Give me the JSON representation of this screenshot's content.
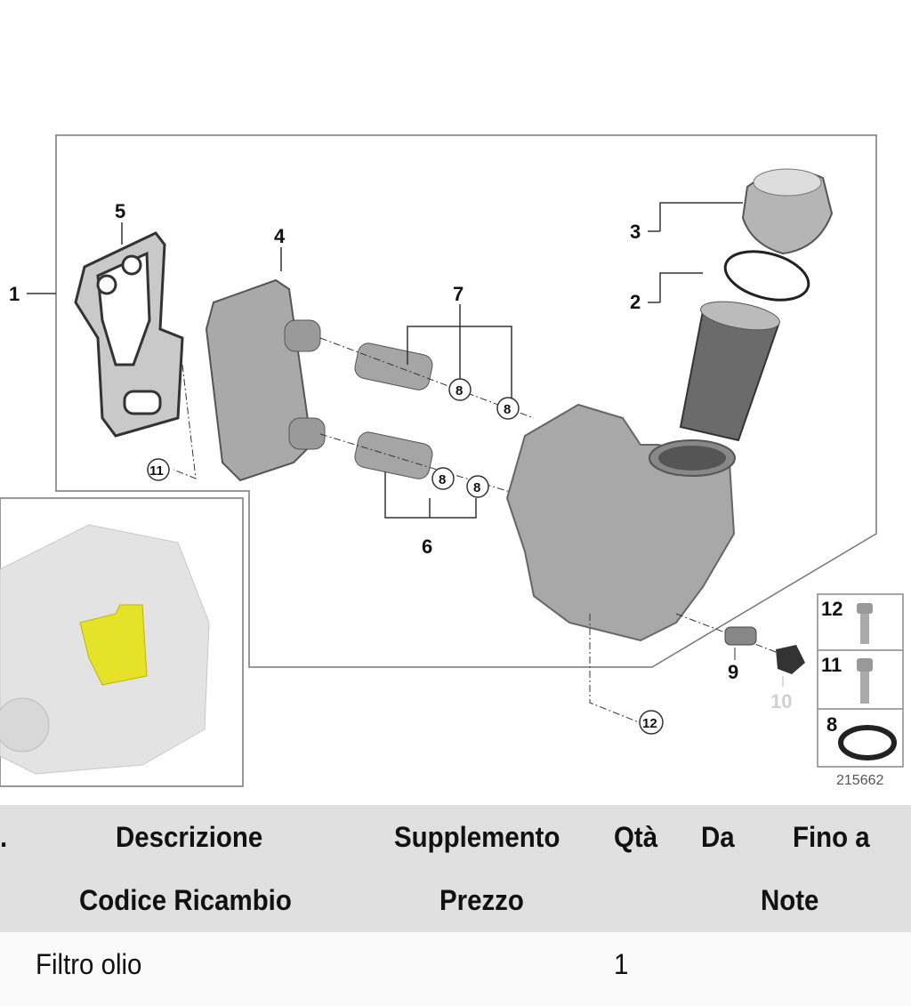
{
  "diagram": {
    "callouts": {
      "c1": "1",
      "c2": "2",
      "c3": "3",
      "c4": "4",
      "c5": "5",
      "c6": "6",
      "c7": "7",
      "c8": "8",
      "c9": "9",
      "c10": "10",
      "c11": "11",
      "c12": "12"
    },
    "legend": {
      "item12": "12",
      "item11": "11",
      "item8": "8"
    },
    "diagram_number": "215662"
  },
  "table": {
    "header_row1": {
      "prefix": ".",
      "descrizione": "Descrizione",
      "supplemento": "Supplemento",
      "qta": "Qtà",
      "da": "Da",
      "fino_a": "Fino a"
    },
    "header_row2": {
      "codice": "Codice Ricambio",
      "prezzo": "Prezzo",
      "note": "Note"
    },
    "rows": [
      {
        "descrizione": "Filtro olio",
        "qta": "1"
      }
    ]
  }
}
